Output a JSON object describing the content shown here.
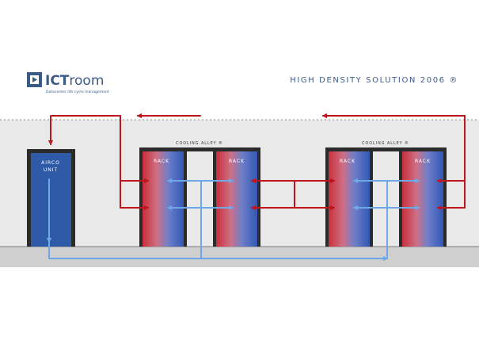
{
  "brand": {
    "name_bold": "ICT",
    "name_light": "room",
    "tagline": "Datacenter life cycle management"
  },
  "title": "HIGH DENSITY SOLUTION 2006 ®",
  "airco": {
    "line1": "AIRCO",
    "line2": "UNIT"
  },
  "alleys": [
    {
      "label": "COOLING ALLEY ®"
    },
    {
      "label": "COOLING ALLEY ®"
    }
  ],
  "racks": [
    {
      "label": "RACK"
    },
    {
      "label": "RACK"
    },
    {
      "label": "RACK"
    },
    {
      "label": "RACK"
    }
  ],
  "colors": {
    "hot": "#c0141d",
    "cold": "#6ea8e6",
    "rack_red": "#c8303a",
    "rack_blue": "#3258b4",
    "airco": "#2f5aa8",
    "floor": "#cfcfcf",
    "ceiling": "#e9e9e9",
    "frame": "#2b2b2b",
    "title": "#3c5c88"
  }
}
